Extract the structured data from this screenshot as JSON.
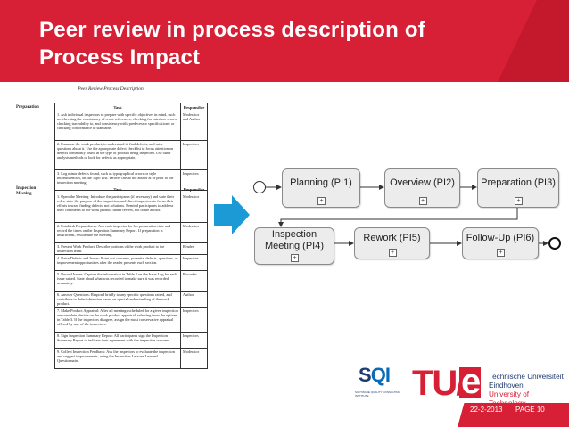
{
  "slide": {
    "title_line1": "Peer review in process description of",
    "title_line2": "Process Impact",
    "date": "22-2-2013",
    "page": "PAGE 10"
  },
  "colors": {
    "brand_red": "#d71f35",
    "node_fill": "#ececec",
    "arrow_blue": "#1b9ad6"
  },
  "document": {
    "title": "Peer Review Process Description",
    "preparation_label": "Preparation",
    "inspection_label": "Inspection Meeting",
    "header_task": "Task",
    "header_responsible": "Responsible",
    "preparation_rows": [
      {
        "task": "1. Ask individual inspectors to prepare with specific objectives in mind, such as: checking the consistency of cross-references; checking for interface errors; checking traceability to, and consistency with, predecessor specifications; or checking conformance to standards.",
        "responsible": "Moderator and Author"
      },
      {
        "task": "2. Examine the work product, to understand it, find defects, and raise questions about it. Use the appropriate defect checklist to focus attention on defects commonly found in the type of product being inspected. Use other analysis methods to look for defects as appropriate.",
        "responsible": "Inspectors"
      },
      {
        "task": "3. Log minor defects found, such as typographical errors or style inconsistencies, on the Typo List. Deliver this to the author at or prior to the inspection meeting.",
        "responsible": "Inspectors"
      }
    ],
    "inspection_rows": [
      {
        "task": "1. Open the Meeting: Introduce the participants (if necessary) and state their roles, state the purpose of the inspection, and direct inspectors to focus their efforts toward finding defects, not solutions. Remind participants to address their comments to the work product under review, not to the author.",
        "responsible": "Moderator"
      },
      {
        "task": "2. Establish Preparedness: Ask each inspector for his preparation time and record the times on the Inspection Summary Report. If preparation is insufficient, reschedule the meeting.",
        "responsible": "Moderator"
      },
      {
        "task": "3. Present Work Product: Describe portions of the work product to the inspection team.",
        "responsible": "Reader"
      },
      {
        "task": "4. Raise Defects and Issues: Point out concerns, potential defects, questions, or improvement opportunities after the reader presents each section.",
        "responsible": "Inspectors"
      },
      {
        "task": "5. Record Issues: Capture the information in Table 2 on the Issue Log for each issue raised. State aloud what was recorded to make sure it was recorded accurately.",
        "responsible": "Recorder"
      },
      {
        "task": "6. Answer Questions: Respond briefly to any specific questions raised, and contribute to defect detection based on special understanding of the work product.",
        "responsible": "Author"
      },
      {
        "task": "7. Make Product Appraisal: After all meetings scheduled for a given inspection are complete, decide on the work product appraisal, selecting from the options in Table 3. If the inspectors disagree, assign the most conservative appraisal offered by any of the inspectors.",
        "responsible": "Inspectors"
      },
      {
        "task": "8. Sign Inspection Summary Report: All participants sign the Inspection Summary Report to indicate their agreement with the inspection outcome.",
        "responsible": "Inspectors"
      },
      {
        "task": "9. Collect Inspection Feedback: Ask the inspectors to evaluate the inspection and suggest improvements, using the Inspection Lessons Learned Questionnaire.",
        "responsible": "Moderator"
      }
    ]
  },
  "diagram": {
    "nodes": [
      {
        "id": "planning",
        "label": "Planning (PI1)"
      },
      {
        "id": "overview",
        "label": "Overview (PI2)"
      },
      {
        "id": "preparation",
        "label": "Preparation (PI3)"
      },
      {
        "id": "inspection",
        "label": "Inspection Meeting (PI4)"
      },
      {
        "id": "rework",
        "label": "Rework (PI5)"
      },
      {
        "id": "followup",
        "label": "Follow-Up (PI6)"
      }
    ],
    "plus_symbol": "+"
  },
  "logos": {
    "sqi_s": "S",
    "sqi_q": "Q",
    "sqi_i": "I",
    "sqi_tagline": "SOFTWARE QUALITY CONSULTING INSTITUTE",
    "tue_letters": "TU/",
    "tue_e": "e",
    "tue_line1": "Technische Universiteit",
    "tue_line2": "Eindhoven",
    "tue_line3": "University of Technology"
  }
}
